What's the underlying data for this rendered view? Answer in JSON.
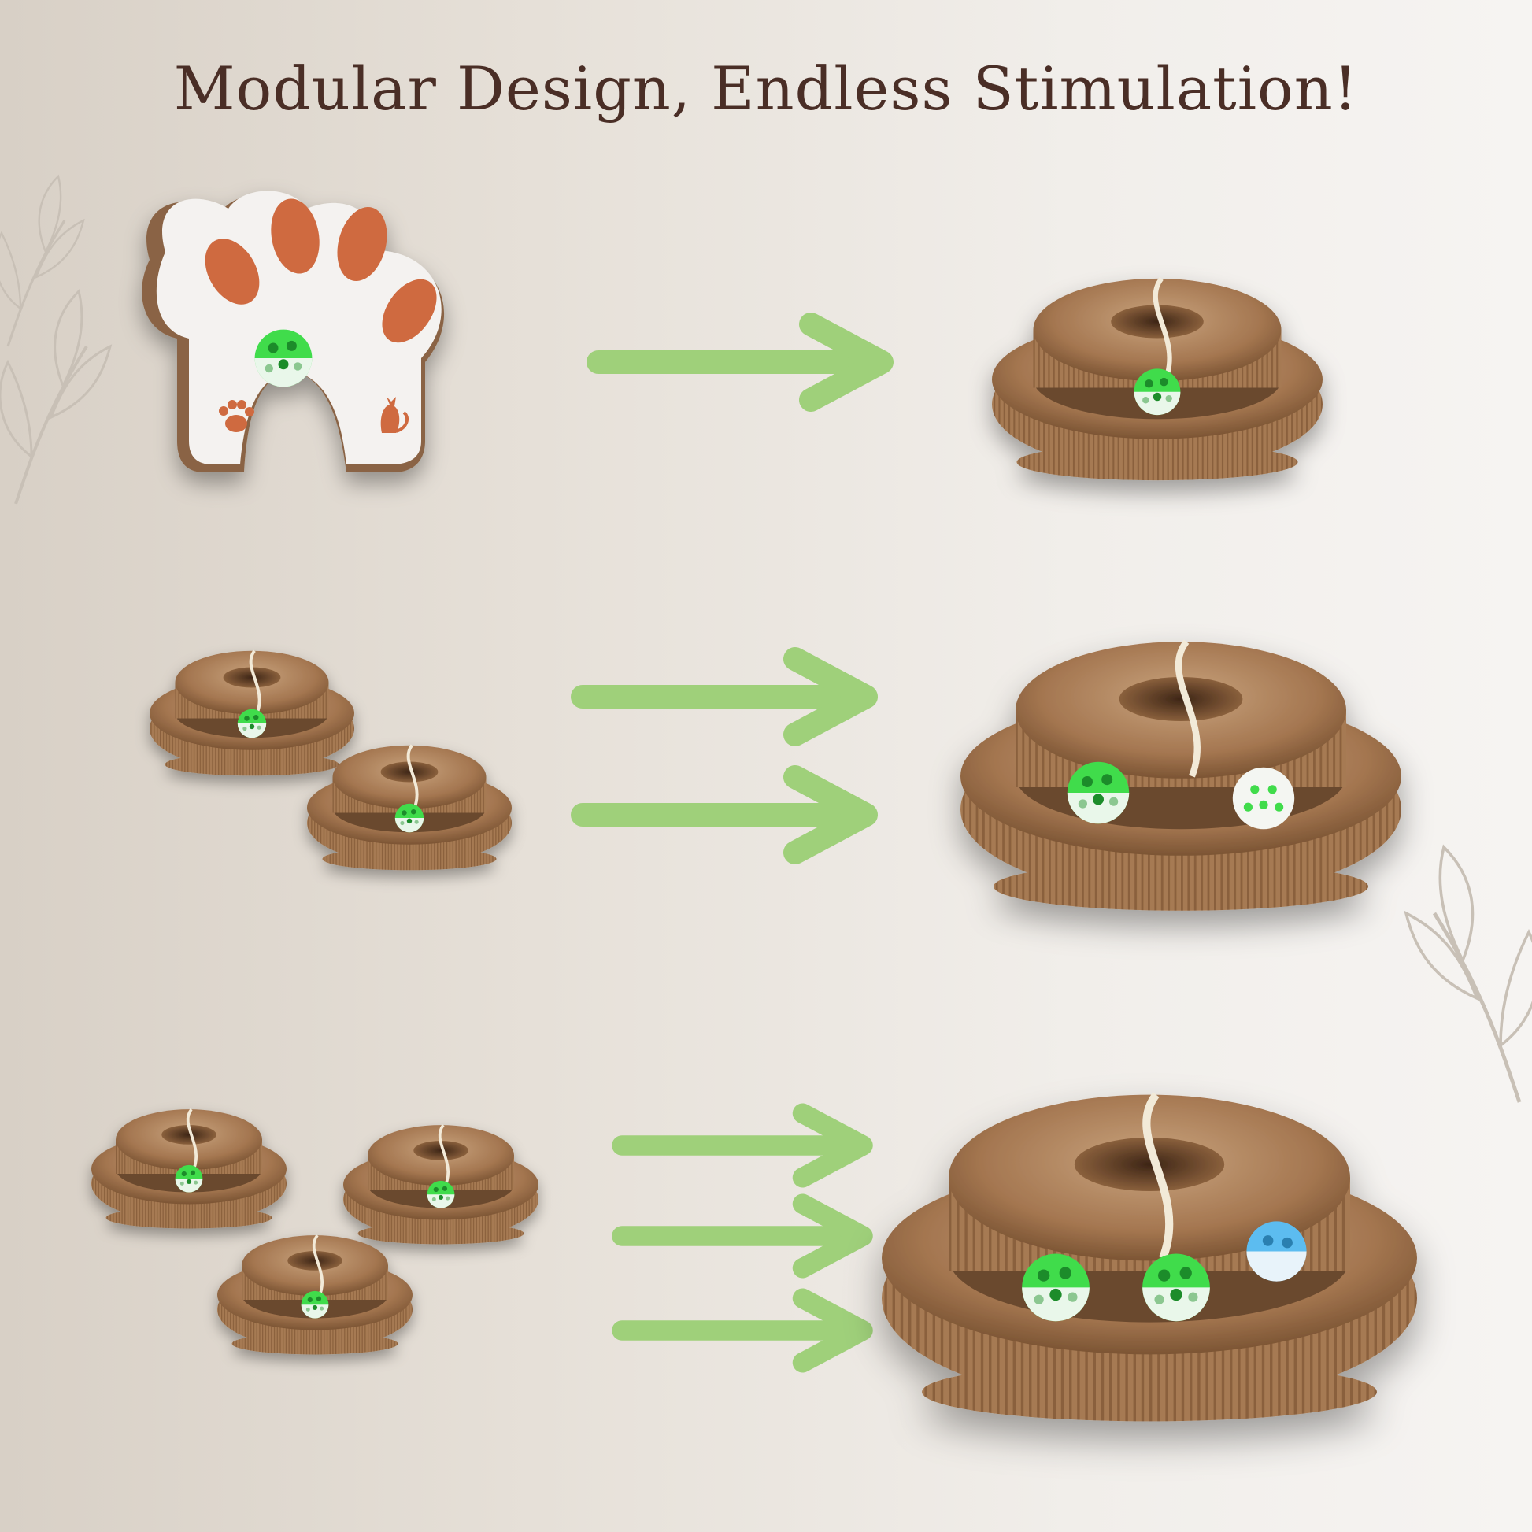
{
  "title": "Modular Design, Endless Stimulation!",
  "colors": {
    "title": "#4a2e26",
    "arrow": "#9fd07a",
    "cardboard": "#a77a52",
    "paw_pad": "#cf6b3f",
    "ball_green": "#39e04a",
    "ball_blue": "#5cbcf0",
    "background": "#ebe6e0"
  },
  "rows": [
    {
      "input": "paw-shaped folded scratcher with ball",
      "arrows": 1,
      "output": "two-tier round scratcher with 1 ball"
    },
    {
      "input": "2 small round scratchers",
      "arrows": 2,
      "output": "large two-tier round scratcher with 2 balls"
    },
    {
      "input": "3 small round scratchers",
      "arrows": 3,
      "output": "extra-large two-tier round scratcher with 3 balls"
    }
  ],
  "icons": [
    "leaf-branch-icon",
    "arrow-right-icon",
    "paw-print-icon",
    "cat-icon",
    "bell-ball-icon"
  ]
}
